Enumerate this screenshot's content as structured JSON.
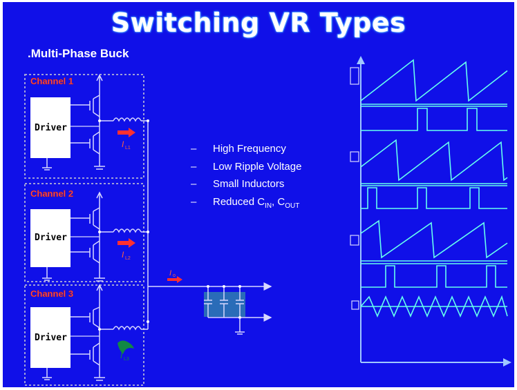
{
  "slide": {
    "title": "Switching VR Types",
    "subtitle": ".Multi-Phase Buck"
  },
  "channels": [
    {
      "label": "Channel 1",
      "driver_label": "Driver"
    },
    {
      "label": "Channel 2",
      "driver_label": "Driver"
    },
    {
      "label": "Channel 3",
      "driver_label": "Driver"
    }
  ],
  "bullets": [
    {
      "dash": "–",
      "text": "High Frequency"
    },
    {
      "dash": "–",
      "text": "Low Ripple Voltage"
    },
    {
      "dash": "–",
      "text": "Small Inductors"
    },
    {
      "dash": "–",
      "text": "Reduced C",
      "sub1": "IN",
      "mid": ", C",
      "sub2": "OUT"
    }
  ],
  "colors": {
    "background": "#1010e8",
    "border": "#ffffff",
    "wire": "#d8d8ff",
    "channel_label": "#ff5050",
    "box_dash": "#a0a0d8",
    "waveform": "#66ffee",
    "axis": "#a0c8ff",
    "capacitor_bank": "#2a6cb8",
    "current_arrow_red": "#ff3030",
    "current_arrow_green": "#118844"
  },
  "waveforms": [
    {
      "kind": "sawtooth",
      "label_icon": "inductor-current-1-icon"
    },
    {
      "kind": "pulse",
      "label_icon": ""
    },
    {
      "kind": "sawtooth",
      "label_icon": "inductor-current-2-icon"
    },
    {
      "kind": "pulse",
      "label_icon": ""
    },
    {
      "kind": "sawtooth",
      "label_icon": "inductor-current-3-icon"
    },
    {
      "kind": "pulse",
      "label_icon": ""
    },
    {
      "kind": "triangle",
      "label_icon": "output-current-icon"
    }
  ]
}
